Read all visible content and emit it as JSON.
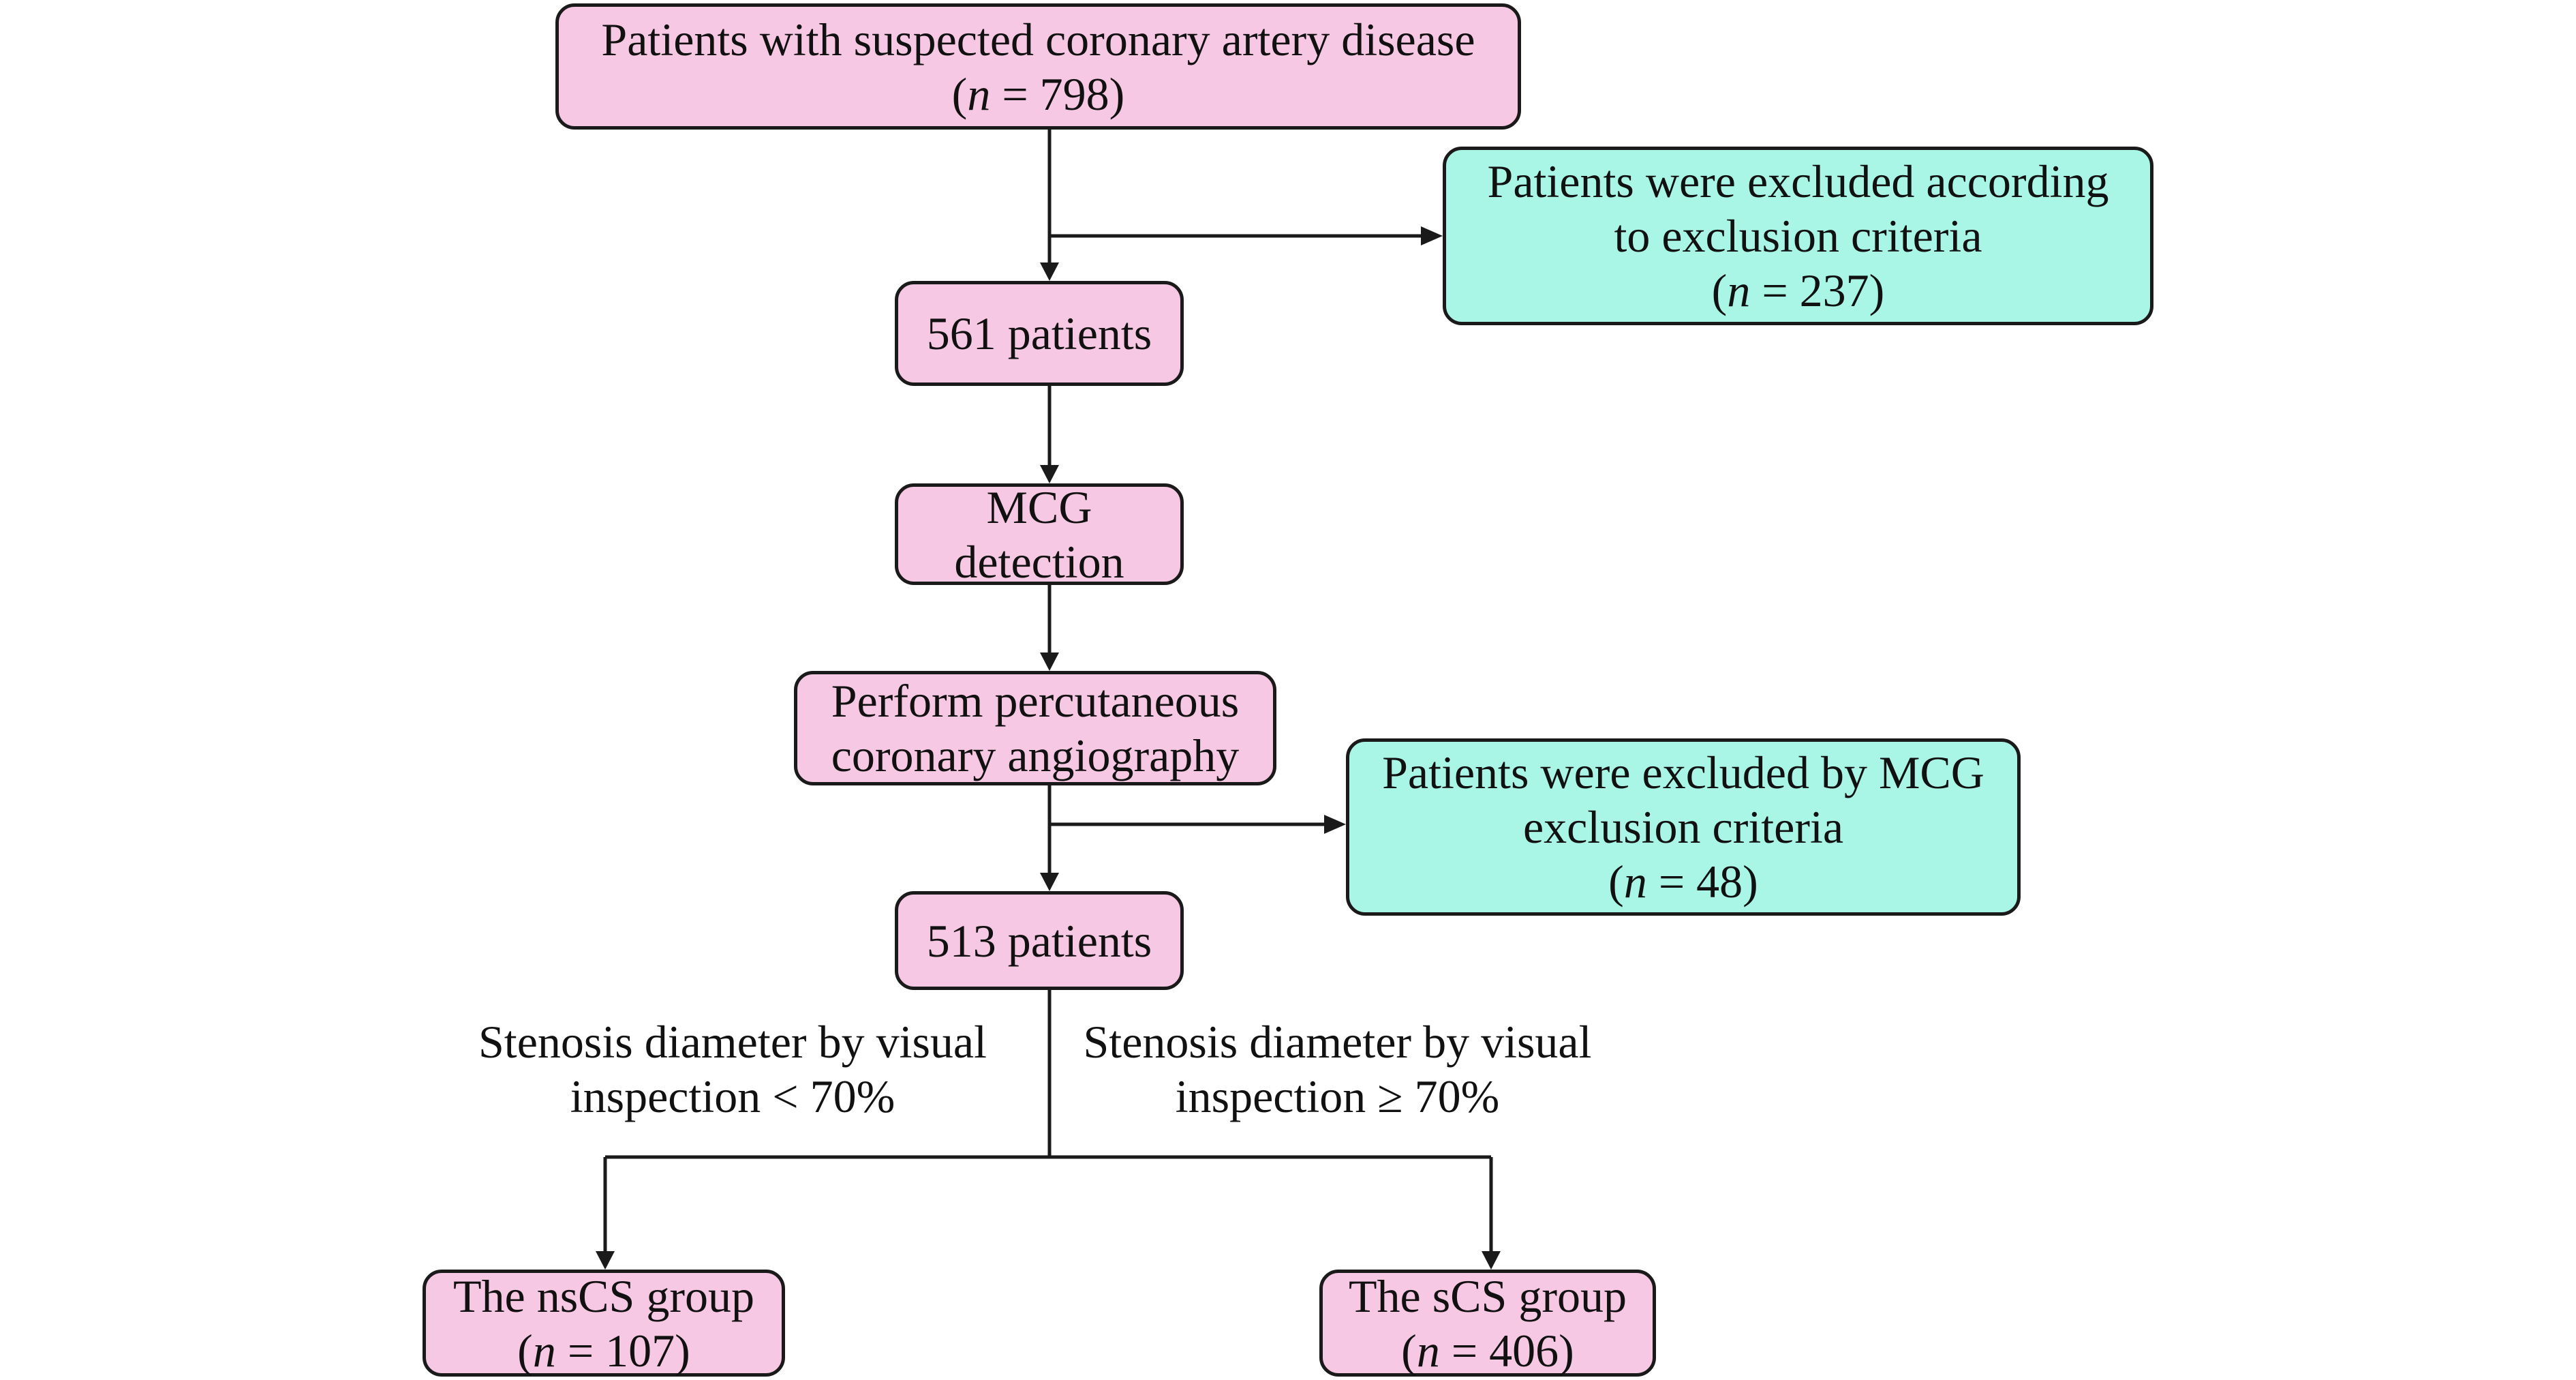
{
  "colors": {
    "main_box_fill": "#f7c8e3",
    "excluded_box_fill": "#a9f5e6",
    "stroke": "#1a1a1a"
  },
  "boxes": {
    "start": {
      "line1": "Patients with suspected coronary artery disease",
      "n_symbol": "n",
      "n_rest": " = 798)"
    },
    "excluded_1": {
      "line1": "Patients were excluded according",
      "line2": "to exclusion criteria",
      "n_symbol": "n",
      "n_rest": " = 237)"
    },
    "patients_561": {
      "line1": "561 patients"
    },
    "mcg": {
      "line1": "MCG",
      "line2": "detection"
    },
    "angiography": {
      "line1": "Perform percutaneous",
      "line2": "coronary angiography"
    },
    "excluded_2": {
      "line1": "Patients were excluded by MCG",
      "line2": "exclusion criteria",
      "n_symbol": "n",
      "n_rest": " = 48)"
    },
    "patients_513": {
      "line1": "513 patients"
    },
    "nscs": {
      "line1": "The nsCS group",
      "n_symbol": "n",
      "n_rest": " = 107)"
    },
    "scs": {
      "line1": "The sCS group",
      "n_symbol": "n",
      "n_rest": " = 406)"
    }
  },
  "branch_labels": {
    "left": {
      "line1": "Stenosis diameter by visual",
      "line2": "inspection < 70%"
    },
    "right": {
      "line1": "Stenosis diameter by visual",
      "line2": "inspection ≥ 70%"
    }
  }
}
